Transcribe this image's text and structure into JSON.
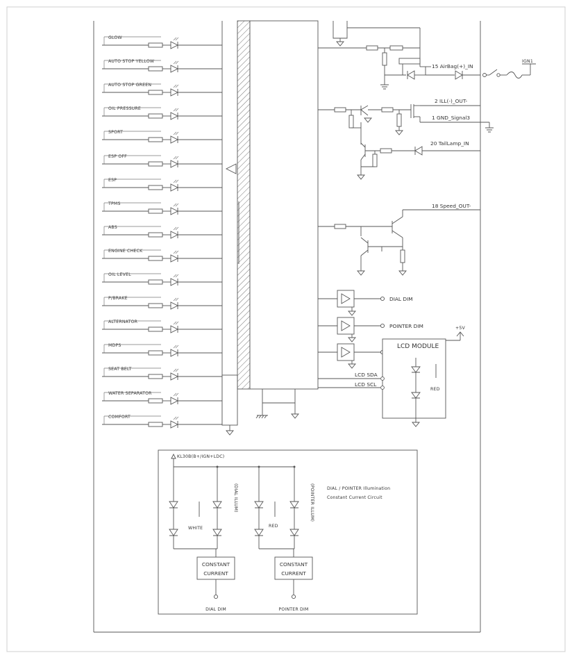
{
  "diagram": {
    "indicators": [
      "GLOW",
      "AUTO STOP YELLOW",
      "AUTO STOP GREEN",
      "OIL PRESSURE",
      "SPORT",
      "ESP OFF",
      "ESP",
      "TPMS",
      "ABS",
      "ENGINE CHECK",
      "OIL LEVEL",
      "P/BRAKE",
      "ALTERNATOR",
      "MDPS",
      "SEAT BELT",
      "WATER SEPARATOR",
      "COMFORT"
    ],
    "pins": {
      "airbag": "15 AirBag(+)_IN",
      "ill": "2 ILL(-)_OUT-",
      "gnd": "1 GND_Signal3",
      "taillamp": "20 TailLamp_IN",
      "speed": "18 Speed_OUT-",
      "ign": "IGN1"
    },
    "dim": {
      "dial": "DIAL DIM",
      "pointer": "POINTER DIM"
    },
    "lcd": {
      "title": "LCD MODULE",
      "supply": "+5V",
      "sda": "LCD SDA",
      "scl": "LCD SCL",
      "red": "RED"
    },
    "illum": {
      "supply": "KL30B(B+/IGN+LDC)",
      "white": "WHITE",
      "red": "RED",
      "dial_label": "(DIAL ILLUM)",
      "pointer_label": "(POINTER ILLUM)",
      "cc_line1": "CONSTANT",
      "cc_line2": "CURRENT",
      "note_line1": "DIAL / POINTER Illumination",
      "note_line2": "Constant Current Circuit",
      "dial_dim": "DIAL DIM",
      "pointer_dim": "POINTER DIM"
    }
  }
}
